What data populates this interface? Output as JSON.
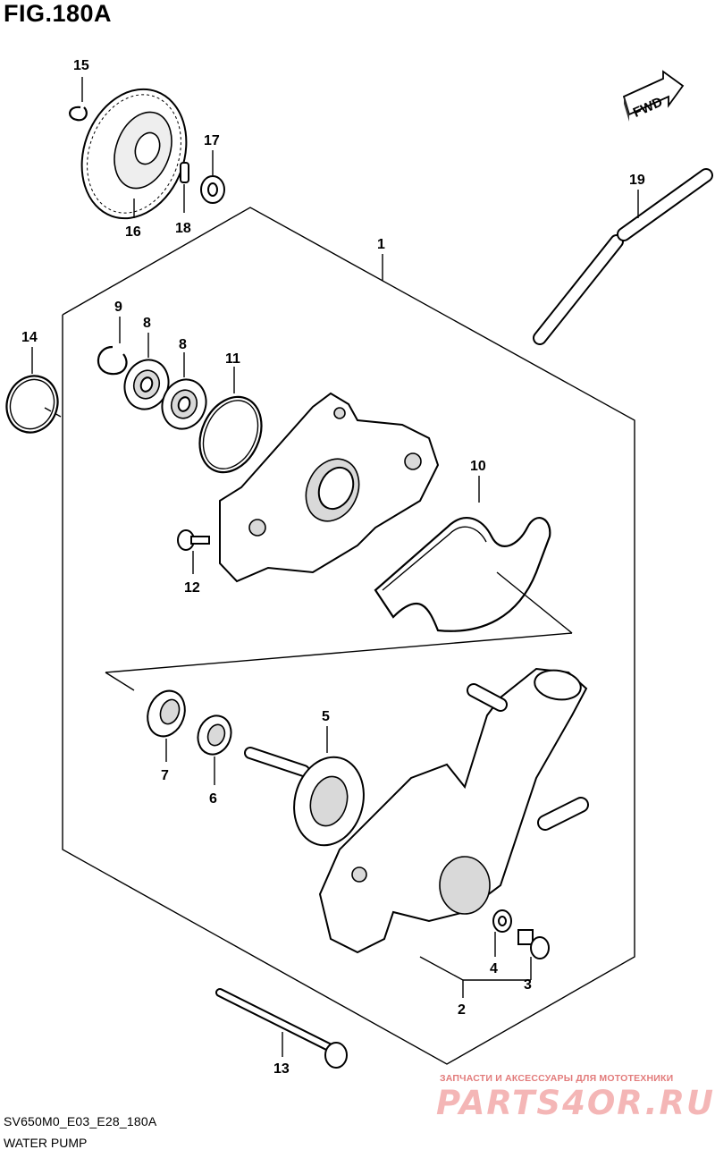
{
  "figure": {
    "title": "FIG.180A",
    "code": "SV650M0_E03_E28_180A",
    "name": "WATER PUMP"
  },
  "direction_badge": "FWD",
  "watermark": {
    "tagline": "ЗАПЧАСТИ И АКСЕССУАРЫ ДЛЯ МОТОТЕХНИКИ",
    "brand": "PARTS4OR.RU"
  },
  "callouts": {
    "c1": "1",
    "c2": "2",
    "c3": "3",
    "c4": "4",
    "c5": "5",
    "c6": "6",
    "c7": "7",
    "c8a": "8",
    "c8b": "8",
    "c9": "9",
    "c10": "10",
    "c11": "11",
    "c12": "12",
    "c13": "13",
    "c14": "14",
    "c15": "15",
    "c16": "16",
    "c17": "17",
    "c18": "18",
    "c19": "19"
  }
}
